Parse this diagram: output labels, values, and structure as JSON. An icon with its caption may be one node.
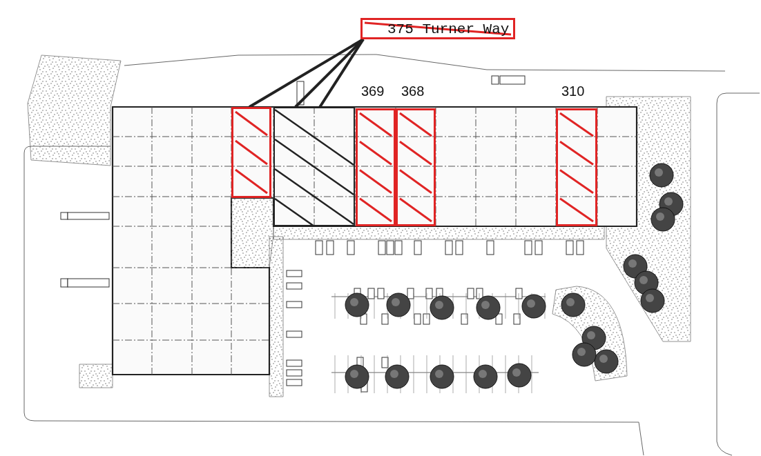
{
  "diagram": {
    "nodes": [
      {
        "text": [
          "375 Turner Way"
        ]
      },
      {
        "text": [],
        "shape": "box"
      },
      {
        "text": [],
        "shape": "box"
      },
      {
        "text": [
          "369"
        ]
      },
      {
        "text": [
          "368"
        ]
      },
      {
        "text": [
          "310"
        ]
      }
    ],
    "edges": [
      {
        "from": 0,
        "to": 1,
        "arrow": "none"
      },
      {
        "from": 0,
        "to": 2,
        "arrow": "none"
      },
      {
        "from": 0,
        "to": 2,
        "arrow": "none"
      }
    ]
  }
}
